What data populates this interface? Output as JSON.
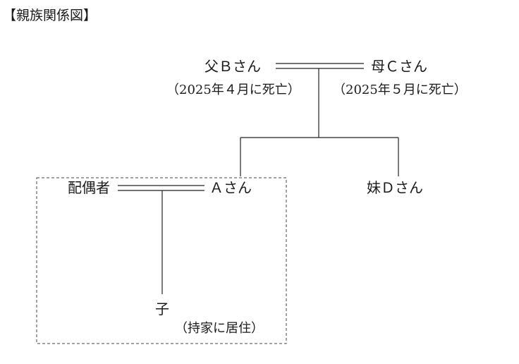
{
  "title": "【親族関係図】",
  "father": {
    "name": "父Ｂさん",
    "note": "（2025年４月に死亡）"
  },
  "mother": {
    "name": "母Ｃさん",
    "note": "（2025年５月に死亡）"
  },
  "subject": {
    "name": "Ａさん"
  },
  "spouse": {
    "name": "配偶者"
  },
  "sister": {
    "name": "妹Ｄさん"
  },
  "child": {
    "name": "子",
    "note": "（持家に居住）"
  }
}
